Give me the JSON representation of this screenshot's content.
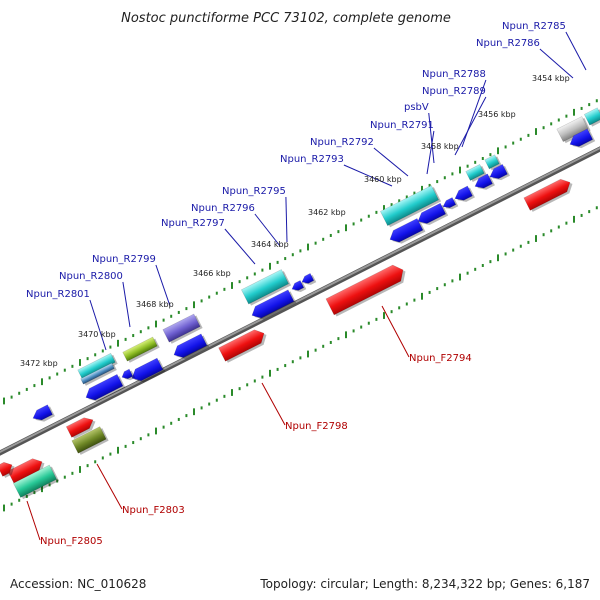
{
  "title": "Nostoc punctiforme PCC 73102, complete genome",
  "footer": {
    "accession": "Accession: NC_010628",
    "stats": "Topology: circular; Length: 8,234,322 bp; Genes: 6,187"
  },
  "kbp_marks": [
    "3454 kbp",
    "3456 kbp",
    "3458 kbp",
    "3460 kbp",
    "3462 kbp",
    "3464 kbp",
    "3466 kbp",
    "3468 kbp",
    "3470 kbp",
    "3472 kbp"
  ],
  "top_labels": [
    "Npun_R2785",
    "Npun_R2786",
    "Npun_R2788",
    "Npun_R2789",
    "psbV",
    "Npun_R2791",
    "Npun_R2792",
    "Npun_R2793",
    "Npun_R2795",
    "Npun_R2796",
    "Npun_R2797",
    "Npun_R2799",
    "Npun_R2800",
    "Npun_R2801"
  ],
  "bottom_labels": [
    "Npun_F2794",
    "Npun_F2798",
    "Npun_F2803",
    "Npun_F2805"
  ],
  "colors": {
    "forward_gene": "#ee1111",
    "reverse_cds": "#1111ee",
    "backbone": "#777777",
    "tick": "#2a8a2a",
    "label_blue": "#1a1aa8",
    "label_red": "#b00000"
  }
}
